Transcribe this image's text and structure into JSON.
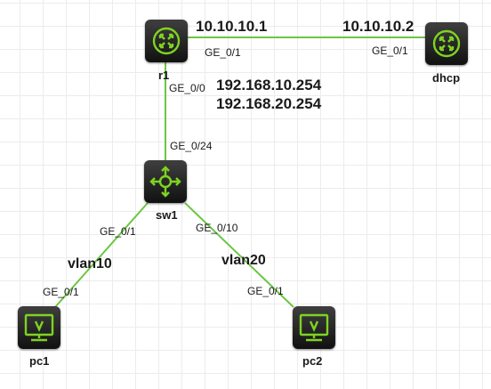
{
  "nodes": {
    "r1": {
      "name": "r1"
    },
    "dhcp": {
      "name": "dhcp"
    },
    "sw1": {
      "name": "sw1"
    },
    "pc1": {
      "name": "pc1"
    },
    "pc2": {
      "name": "pc2"
    }
  },
  "links": {
    "r1_dhcp": {
      "r1_port": "GE_0/1",
      "dhcp_port": "GE_0/1",
      "r1_ip": "10.10.10.1",
      "dhcp_ip": "10.10.10.2"
    },
    "r1_sw1": {
      "r1_port": "GE_0/0",
      "sw1_port": "GE_0/24",
      "r1_ips": [
        "192.168.10.254",
        "192.168.20.254"
      ]
    },
    "sw1_pc1": {
      "sw1_port": "GE_0/1",
      "pc1_port": "GE_0/1",
      "vlan": "vlan10"
    },
    "sw1_pc2": {
      "sw1_port": "GE_0/10",
      "pc2_port": "GE_0/1",
      "vlan": "vlan20"
    }
  },
  "colors": {
    "link": "#6cc644",
    "icon": "#7ed321",
    "device": "#1e1e1e"
  },
  "icons": {
    "router": "router-arrows-icon",
    "switch": "l3-switch-cross-arrows-icon",
    "pc": "monitor-icon"
  }
}
